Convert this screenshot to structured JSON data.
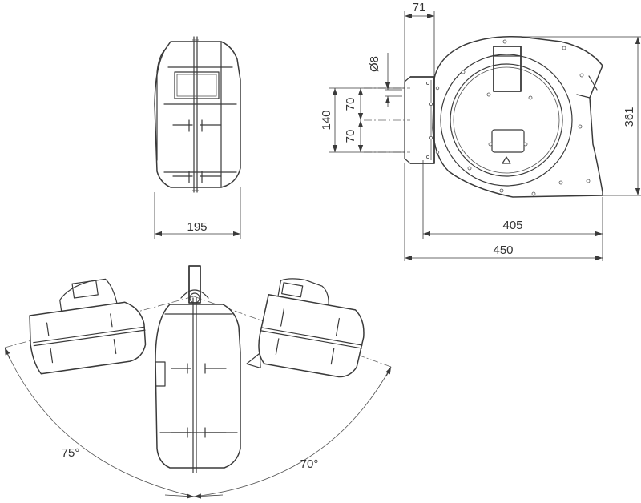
{
  "dimensions": {
    "side_width": "195",
    "mount_offset": "71",
    "bolt_hole_diameter": "Ø8",
    "bolt_spacing_total": "140",
    "bolt_spacing_upper": "70",
    "bolt_spacing_lower": "70",
    "overall_height": "361",
    "inner_width": "405",
    "overall_width": "450"
  },
  "angles": {
    "left_swivel": "75°",
    "right_swivel": "70°"
  },
  "colors": {
    "line": "#3a3a3a",
    "text": "#333333",
    "background": "#ffffff"
  }
}
